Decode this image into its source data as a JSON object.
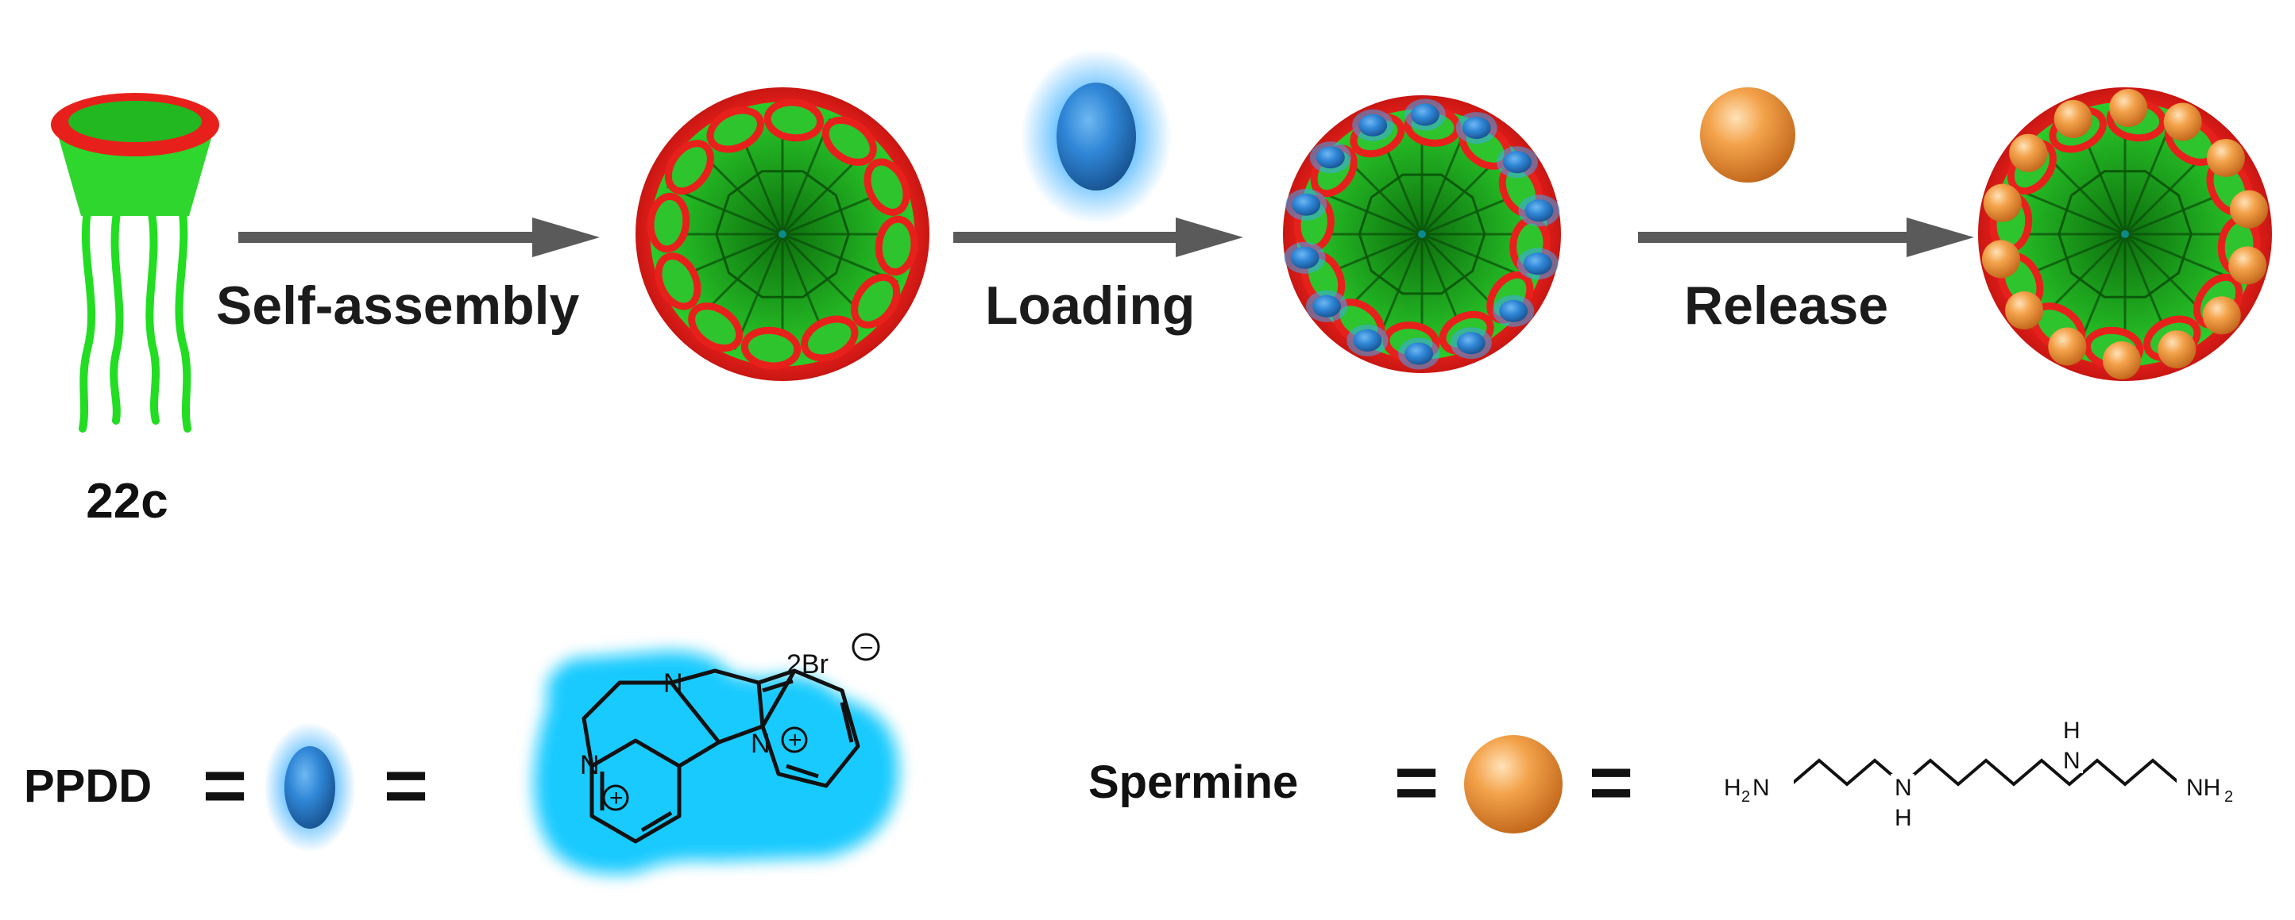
{
  "molecule_label": "22c",
  "steps": [
    {
      "label": "Self-assembly"
    },
    {
      "label": "Loading"
    },
    {
      "label": "Release"
    }
  ],
  "legend": {
    "ppdd": {
      "name": "PPDD",
      "equals": "=",
      "counter_ion": "2Br",
      "charge": "+",
      "anion_charge": "−",
      "atom_n": "N",
      "color": "#2f86d6",
      "glow_color": "#1ab3ff"
    },
    "spermine": {
      "name": "Spermine",
      "equals": "=",
      "h2n_left": "H",
      "sub2": "2",
      "n_left_end": "N",
      "nh_bottom_n": "N",
      "nh_bottom_h": "H",
      "nh_top_h": "H",
      "nh_top_n": "N",
      "nh2_right": "NH",
      "color": "#f09a3e"
    }
  },
  "colors": {
    "green": "#22cc22",
    "red": "#e8201c",
    "arrow": "#555555"
  }
}
